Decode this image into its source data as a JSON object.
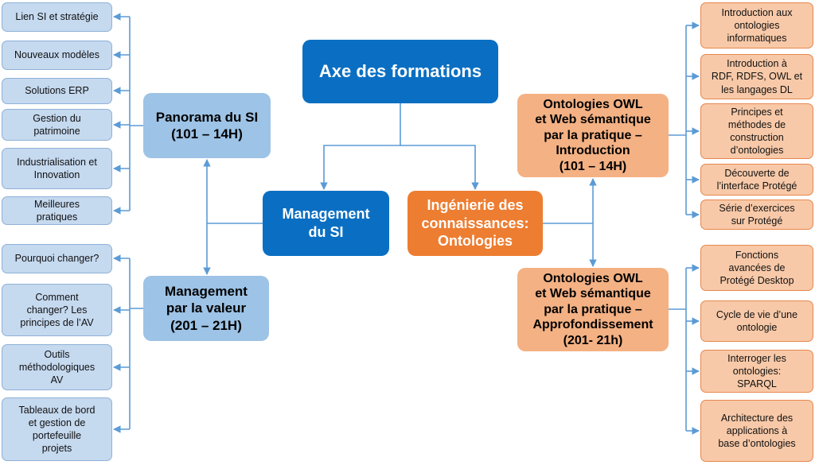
{
  "title": "Axe des formations",
  "colors": {
    "main_blue": "#0a6fc2",
    "main_orange": "#ed7d31",
    "mid_blue": "#9dc3e6",
    "mid_orange": "#f4b183",
    "leaf_blue": "#c5d9ef",
    "leaf_orange": "#f8c9a8",
    "connector": "#5b9bd5"
  },
  "branches": {
    "management": {
      "label": "Management\ndu SI",
      "panorama": {
        "label": "Panorama du SI\n(101 – 14H)",
        "items": [
          "Lien SI et stratégie",
          "Nouveaux modèles",
          "Solutions ERP",
          "Gestion du\npatrimoine",
          "Industrialisation et\nInnovation",
          "Meilleures\npratiques"
        ]
      },
      "valeur": {
        "label": "Management\npar la valeur\n(201 – 21H)",
        "items": [
          "Pourquoi changer?",
          "Comment\nchanger? Les\nprincipes de l’AV",
          "Outils\nméthodologiques\nAV",
          "Tableaux de bord\net gestion de\nportefeuille\nprojets"
        ]
      }
    },
    "ingenierie": {
      "label": "Ingénierie des\nconnaissances:\nOntologies",
      "introduction": {
        "label": "Ontologies OWL\net Web sémantique\npar la pratique –\nIntroduction\n(101 – 14H)",
        "items": [
          "Introduction aux\nontologies\ninformatiques",
          "Introduction à\nRDF, RDFS, OWL et\nles langages DL",
          "Principes et\nméthodes de\nconstruction\nd’ontologies",
          "Découverte de\nl’interface Protégé",
          "Série d’exercices\nsur Protégé"
        ]
      },
      "approfondissement": {
        "label": "Ontologies OWL\net Web sémantique\npar la pratique –\nApprofondissement\n(201- 21h)",
        "items": [
          "Fonctions\navancées de\nProtégé Desktop",
          "Cycle de vie d’une\nontologie",
          "Interroger les\nontologies:\nSPARQL",
          "Architecture des\napplications à\nbase d’ontologies"
        ]
      }
    }
  }
}
